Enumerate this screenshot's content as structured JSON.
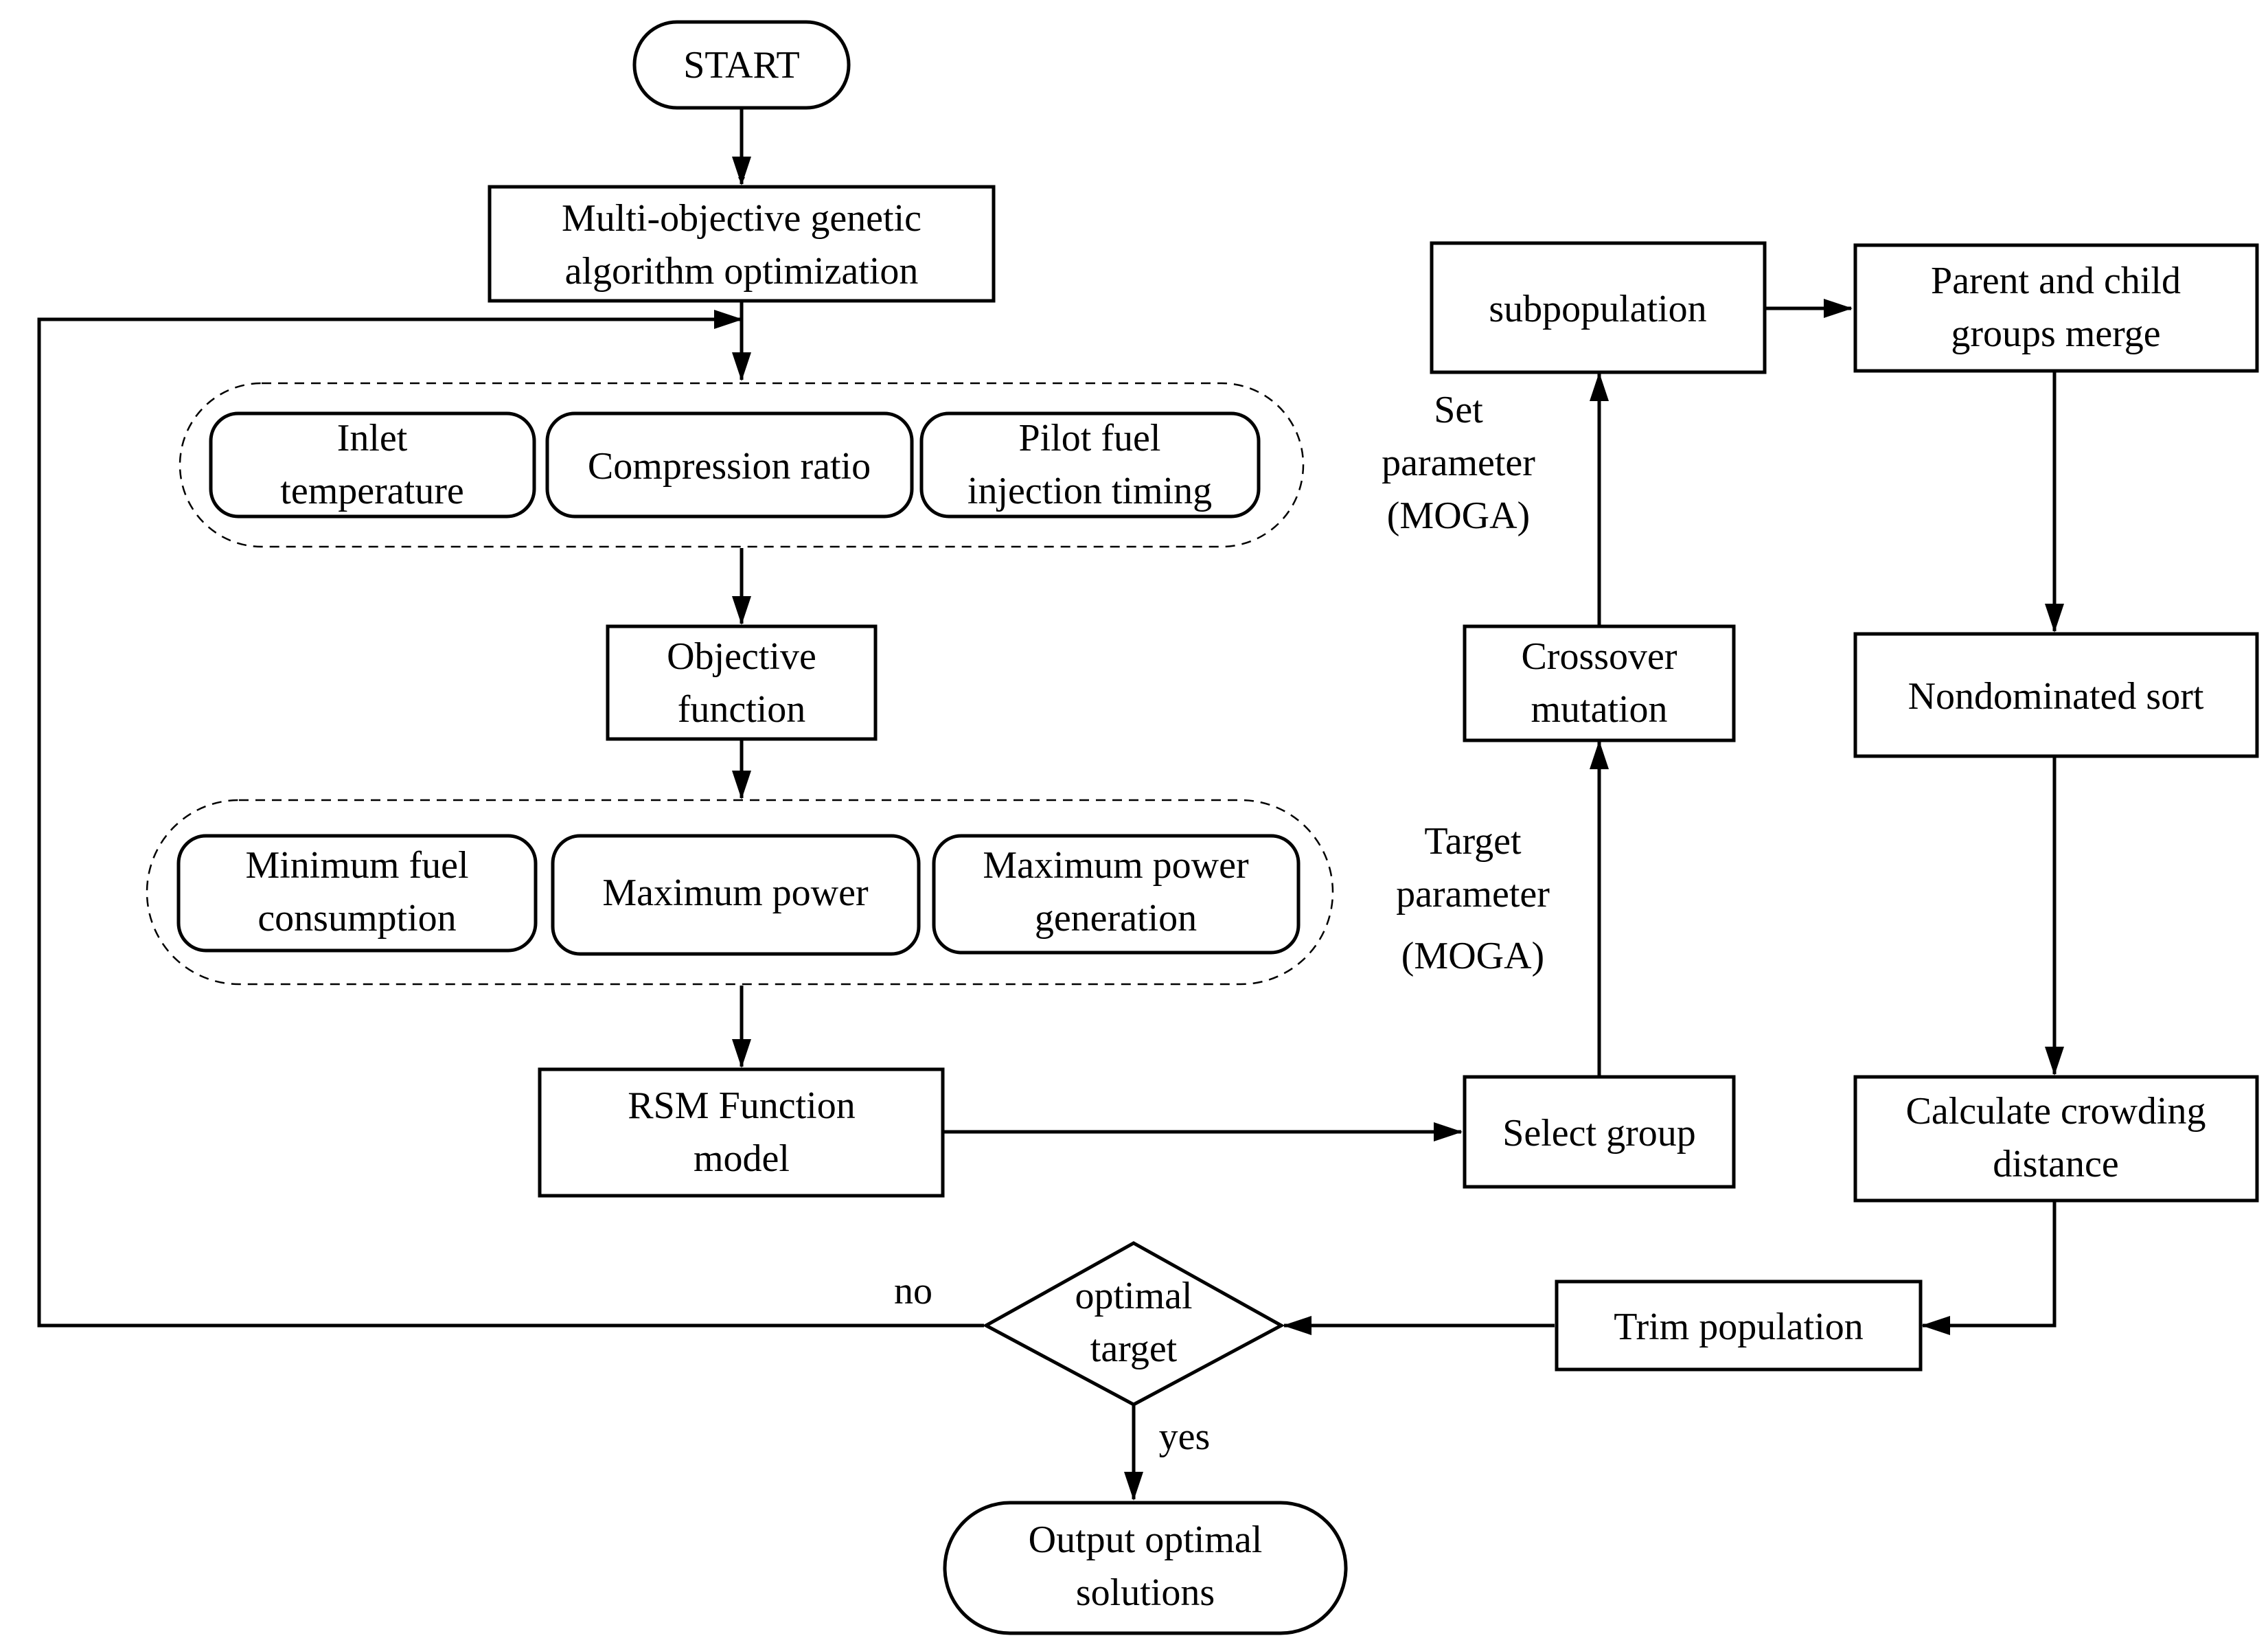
{
  "nodes": {
    "start": "START",
    "moga": [
      "Multi-objective genetic",
      "algorithm optimization"
    ],
    "inlet_temp": [
      "Inlet",
      "temperature"
    ],
    "compression": "Compression ratio",
    "pilot_fuel": [
      "Pilot fuel",
      "injection timing"
    ],
    "objective": [
      "Objective",
      "function"
    ],
    "min_fuel": [
      "Minimum fuel",
      "consumption"
    ],
    "max_power": "Maximum power",
    "max_power_gen": [
      "Maximum power",
      "generation"
    ],
    "rsm": [
      "RSM Function",
      "model"
    ],
    "select_group": "Select group",
    "crossover": [
      "Crossover",
      "mutation"
    ],
    "subpopulation": "subpopulation",
    "merge": [
      "Parent and child",
      "groups merge"
    ],
    "nondominated": "Nondominated sort",
    "crowding": [
      "Calculate crowding",
      "distance"
    ],
    "trim": "Trim  population",
    "optimal_target": [
      "optimal",
      "target"
    ],
    "output": [
      "Output optimal",
      "solutions"
    ]
  },
  "edge_labels": {
    "set_param": [
      "Set",
      "parameter",
      "(MOGA)"
    ],
    "target_param": [
      "Target",
      "parameter",
      "(MOGA)"
    ],
    "no": "no",
    "yes": "yes"
  }
}
